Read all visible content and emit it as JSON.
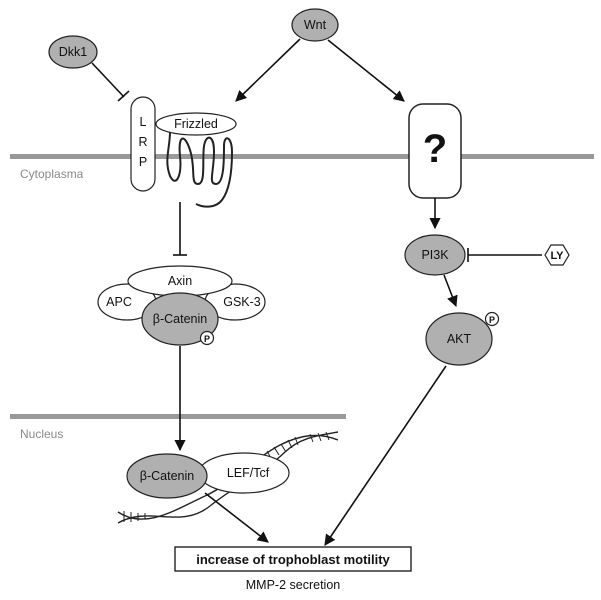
{
  "compartments": {
    "cytoplasm_label": "Cytoplasma",
    "nucleus_label": "Nucleus"
  },
  "nodes": {
    "wnt": "Wnt",
    "dkk1": "Dkk1",
    "lrp": [
      "L",
      "R",
      "P"
    ],
    "frizzled": "Frizzled",
    "unknown_receptor": "?",
    "axin": "Axin",
    "apc": "APC",
    "beta_catenin_cyto": "β-Catenin",
    "gsk3": "GSK-3",
    "phospho_cyto": "P",
    "pi3k": "PI3K",
    "ly": "LY",
    "akt": "AKT",
    "phospho_akt": "P",
    "beta_catenin_nuc": "β-Catenin",
    "lef_tcf": "LEF/Tcf"
  },
  "outcome": {
    "title": "increase of trophoblast motility",
    "subtitle": "MMP-2 secretion"
  },
  "colors": {
    "membrane": "#999999",
    "node_fill": "#b0b0b0",
    "node_stroke": "#222222",
    "white_fill": "#ffffff"
  }
}
